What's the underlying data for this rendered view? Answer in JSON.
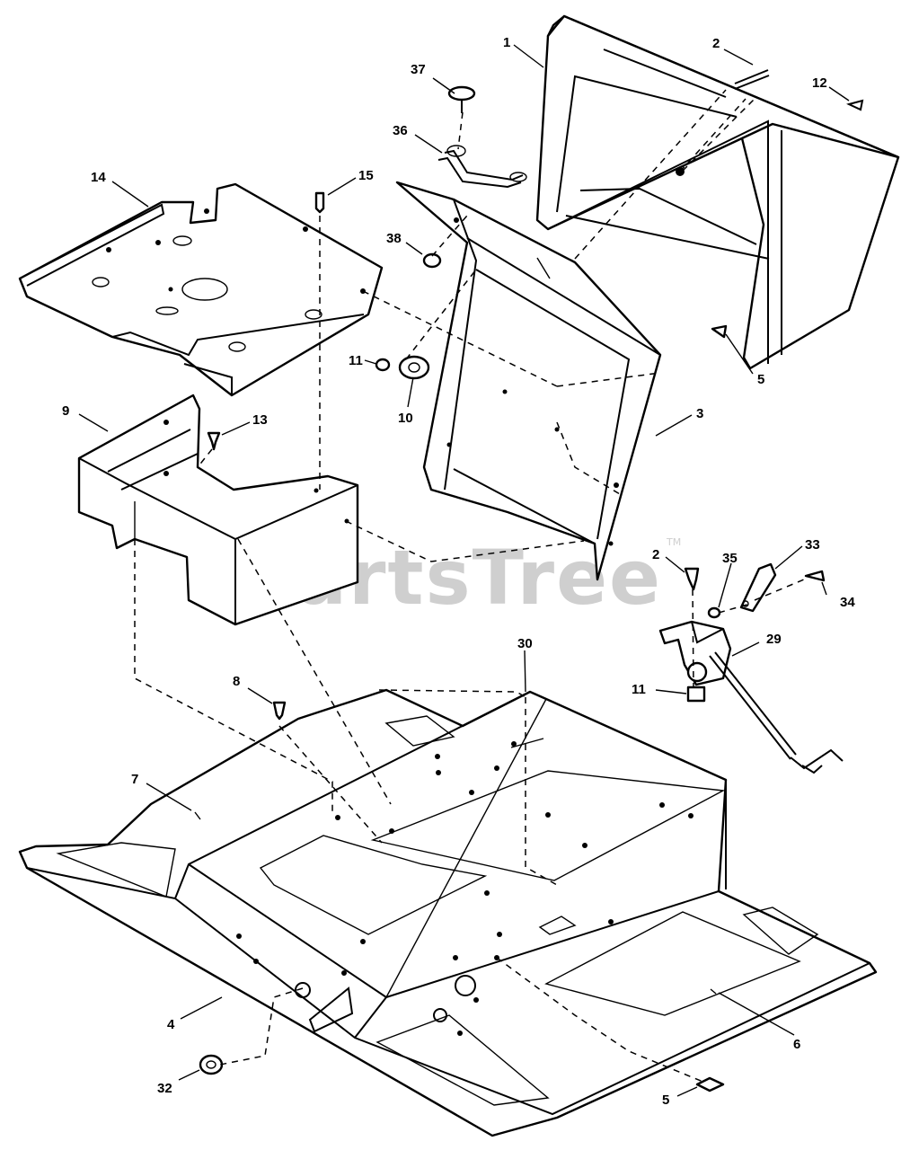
{
  "watermark": {
    "text": "PartsTree",
    "trademark": "TM"
  },
  "callouts": {
    "c1": "1",
    "c2a": "2",
    "c12": "12",
    "c37": "37",
    "c36": "36",
    "c14": "14",
    "c15": "15",
    "c38": "38",
    "c11a": "11",
    "c10": "10",
    "c5a": "5",
    "c3": "3",
    "c9": "9",
    "c13": "13",
    "c2b": "2",
    "c35": "35",
    "c33": "33",
    "c34": "34",
    "c29": "29",
    "c30": "30",
    "c8": "8",
    "c11b": "11",
    "c7": "7",
    "c4": "4",
    "c6": "6",
    "c32": "32",
    "c5b": "5"
  }
}
